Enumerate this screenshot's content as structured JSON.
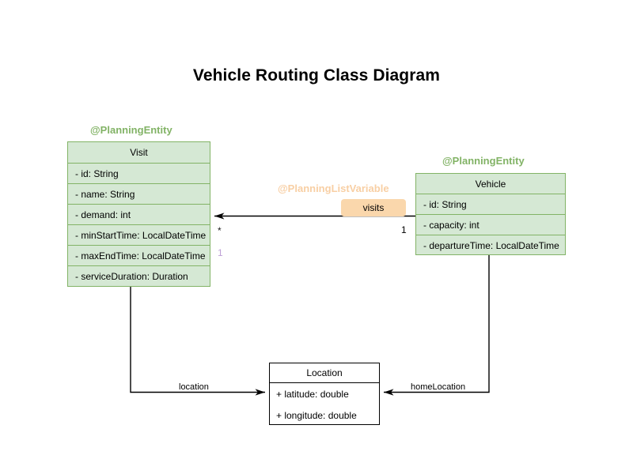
{
  "title": "Vehicle Routing Class Diagram",
  "classes": {
    "visit": {
      "stereotype": "@PlanningEntity",
      "name": "Visit",
      "attributes": [
        "- id: String",
        "- name: String",
        "- demand: int",
        "- minStartTime: LocalDateTime",
        "- maxEndTime: LocalDateTime",
        "- serviceDuration: Duration"
      ]
    },
    "vehicle": {
      "stereotype": "@PlanningEntity",
      "name": "Vehicle",
      "attributes": [
        "- id: String",
        "- capacity: int",
        "- departureTime: LocalDateTime"
      ]
    },
    "location": {
      "name": "Location",
      "attributes": [
        "+ latitude: double",
        "+ longitude: double"
      ]
    }
  },
  "associations": {
    "visits": {
      "stereotype": "@PlanningListVariable",
      "badge": "visits",
      "source_multiplicity": "1",
      "target_multiplicity": "*",
      "extra_multiplicity": "1"
    },
    "location": {
      "label": "location"
    },
    "home_location": {
      "label": "homeLocation"
    }
  },
  "colors": {
    "entity_fill": "#d5e8d4",
    "entity_border": "#82b366",
    "stereotype_green": "#82b366",
    "stereotype_orange": "#f8cfa4",
    "badge_fill": "#fad7ac",
    "plain_fill": "#ffffff",
    "plain_border": "#000000",
    "edge_stroke": "#000000",
    "mult_purple": "#bda0d6"
  }
}
